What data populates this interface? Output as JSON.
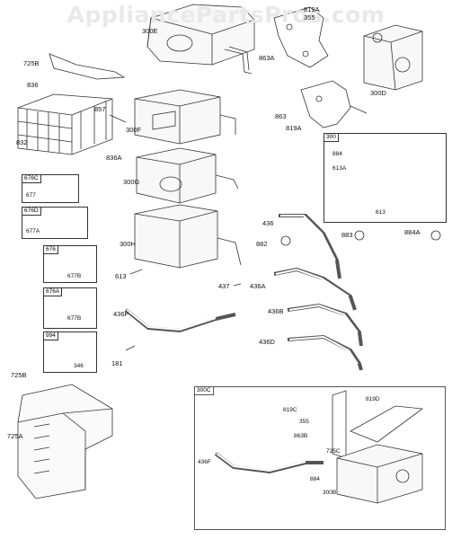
{
  "watermark": "AppliancePartsPros.com",
  "parts": {
    "p300E": "300E",
    "p819A_top": "819A",
    "p355_top": "355",
    "p863A": "863A",
    "p300D": "300D",
    "p725B": "725B",
    "p836": "836",
    "p857": "857",
    "p300F": "300F",
    "p863": "863",
    "p819A_mid": "819A",
    "p832": "832",
    "p836A": "836A",
    "p300G": "300G",
    "p436": "436",
    "p882": "882",
    "p883": "883",
    "p884A": "884A",
    "p300H": "300H",
    "p613_mid": "613",
    "p437": "437",
    "p436A": "436A",
    "p436B": "436B",
    "p436F": "436F",
    "p436D": "436D",
    "p181": "181",
    "p725B_low": "725B",
    "p725A": "725A"
  },
  "box_300": {
    "tab": "300",
    "p884": "884",
    "p613A": "613A",
    "p613": "613"
  },
  "box_676C": {
    "tab": "676C",
    "p677": "677"
  },
  "box_676D": {
    "tab": "676D",
    "p677A": "677A"
  },
  "box_676": {
    "tab": "676",
    "p677B": "677B"
  },
  "box_676A": {
    "tab": "676A",
    "p677B": "677B"
  },
  "box_994": {
    "tab": "994",
    "p346": "346"
  },
  "box_300C": {
    "tab": "300C",
    "p819C": "819C",
    "p355": "355",
    "p819D": "819D",
    "p863B": "863B",
    "p725C": "725C",
    "p436F": "436F",
    "p884": "884",
    "p300B": "300B"
  }
}
